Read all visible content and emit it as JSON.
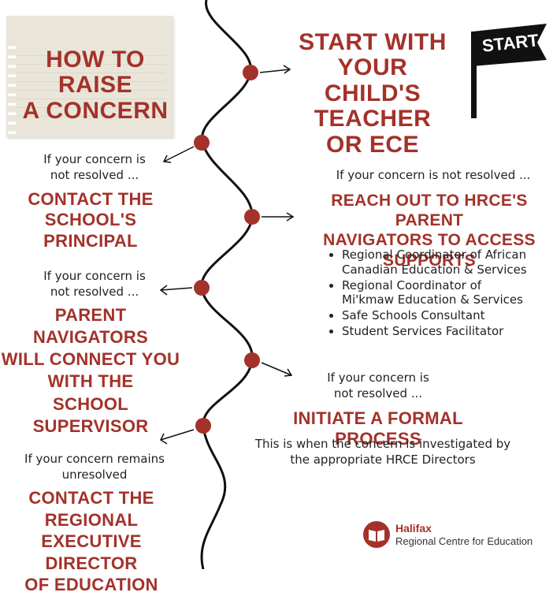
{
  "title": {
    "line1": "HOW TO RAISE",
    "line2": "A CONCERN"
  },
  "start_badge": "START",
  "step1": {
    "line1": "START WITH YOUR",
    "line2": "CHILD'S TEACHER",
    "line3": "OR ECE"
  },
  "step2": {
    "intro1": "If your concern is",
    "intro2": "not resolved ...",
    "h1": "CONTACT THE",
    "h2": "SCHOOL'S PRINCIPAL"
  },
  "step3": {
    "intro": "If your concern is not resolved ...",
    "h1": "REACH OUT TO HRCE'S PARENT",
    "h2": "NAVIGATORS TO ACCESS SUPPORTS",
    "bullets": [
      "Regional Coordinator of African",
      "Canadian Education & Services",
      "Regional Coordinator of",
      "Mi'kmaw Education & Services",
      "Safe Schools Consultant",
      "Student Services Facilitator"
    ]
  },
  "step4": {
    "intro1": "If your concern is",
    "intro2": "not resolved ...",
    "h1": "PARENT NAVIGATORS",
    "h2": "WILL CONNECT YOU",
    "h3": "WITH THE",
    "h4": "SCHOOL SUPERVISOR"
  },
  "step5": {
    "intro1": "If your concern is",
    "intro2": "not resolved ...",
    "h1": "INITIATE A FORMAL PROCESS",
    "body1": "This is when the concern is investigated by",
    "body2": "the appropriate HRCE Directors"
  },
  "step6": {
    "intro1": "If your concern remains",
    "intro2": "unresolved",
    "h1": "CONTACT THE REGIONAL",
    "h2": "EXECUTIVE DIRECTOR",
    "h3": "OF EDUCATION"
  },
  "logo": {
    "name": "Halifax",
    "subtitle": "Regional Centre for Education"
  },
  "colors": {
    "accent": "#a3322a",
    "dot": "#a3322a",
    "text": "#222222"
  }
}
